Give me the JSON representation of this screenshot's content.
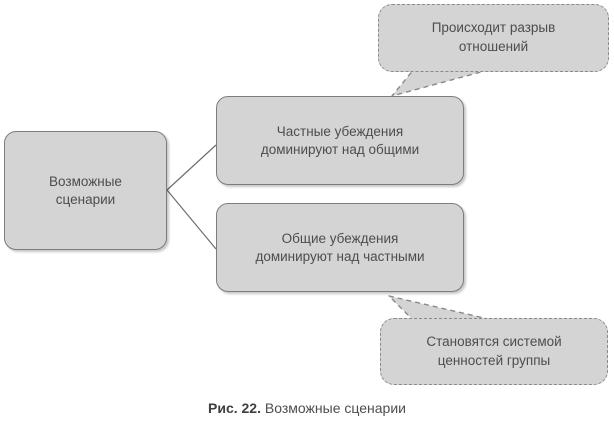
{
  "figure": {
    "caption_lead": "Рис. 22.",
    "caption_text": " Возможные сценарии"
  },
  "colors": {
    "node_fill": "#d4d4d4",
    "node_border": "#7d7d7d",
    "bubble_border": "#8a8a8a",
    "text": "#4d4d4d",
    "connector": "#6e6e6e",
    "page_background": "#ffffff"
  },
  "nodes": {
    "root": {
      "label": "Возможные\nсценарии"
    },
    "private": {
      "label": "Частные убеждения\nдоминируют над общими"
    },
    "shared": {
      "label": "Общие убеждения\nдоминируют над частными"
    }
  },
  "callouts": {
    "top": {
      "label": "Происходит разрыв\nотношений"
    },
    "bottom": {
      "label": "Становятся системой\nценностей группы"
    }
  }
}
